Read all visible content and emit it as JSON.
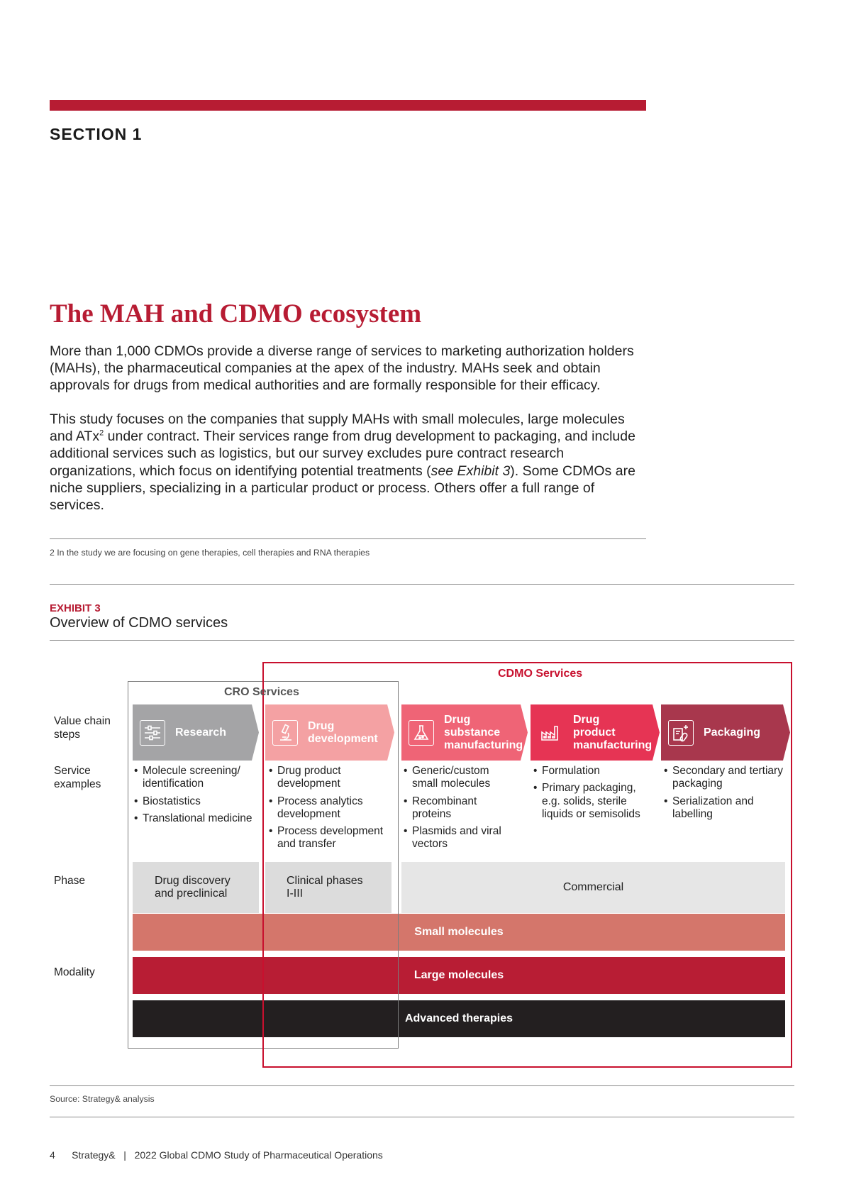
{
  "section": {
    "label": "SECTION 1"
  },
  "article": {
    "title": "The MAH and CDMO ecosystem",
    "para1": "More than 1,000 CDMOs provide a diverse range of services to marketing authorization holders (MAHs), the pharmaceutical companies at the apex of the industry. MAHs seek and obtain approvals for drugs from medical authorities and are formally responsible for their efficacy.",
    "para2_a": "This study focuses on the companies that supply MAHs with small molecules, large molecules and ATx",
    "para2_sup": "2",
    "para2_b": " under contract. Their services range from drug development to packaging, and include additional services such as logistics, but our survey excludes pure contract research organizations, which focus on identifying potential treatments (",
    "para2_em": "see Exhibit 3",
    "para2_c": "). Some CDMOs are niche suppliers, specializing in a particular product or process. Others offer a full range of services.",
    "footnote": "2 In the study we are focusing on gene therapies, cell therapies and RNA therapies"
  },
  "exhibit": {
    "label": "EXHIBIT 3",
    "title": "Overview of CDMO services",
    "row_labels": {
      "value_chain_1": "Value chain",
      "value_chain_2": "steps",
      "service_1": "Service",
      "service_2": "examples",
      "phase": "Phase",
      "modality": "Modality"
    },
    "cro_label": "CRO Services",
    "cdmo_label": "CDMO Services",
    "steps": [
      {
        "l1": "Research",
        "l2": "",
        "l3": "",
        "icon": "sliders-icon",
        "color": "#a4a4a6"
      },
      {
        "l1": "Drug",
        "l2": "development",
        "l3": "",
        "icon": "microscope-icon",
        "color": "#f4a1a3"
      },
      {
        "l1": "Drug",
        "l2": "substance",
        "l3": "manufacturing",
        "icon": "flask-icon",
        "color": "#ef6476"
      },
      {
        "l1": "Drug",
        "l2": "product",
        "l3": "manufacturing",
        "icon": "factory-icon",
        "color": "#e63454"
      },
      {
        "l1": "Packaging",
        "l2": "",
        "l3": "",
        "icon": "package-pills-icon",
        "color": "#a8374d"
      }
    ],
    "services": [
      [
        "Molecule screening/ identification",
        "Biostatistics",
        "Translational medicine"
      ],
      [
        "Drug product development",
        "Process analytics development",
        "Process development and transfer"
      ],
      [
        "Generic/custom small molecules",
        "Recombinant proteins",
        "Plasmids and viral vectors"
      ],
      [
        "Formulation",
        "Primary packaging, e.g. solids, sterile liquids or semisolids"
      ],
      [
        "Secondary and tertiary packaging",
        "Serialization and labelling"
      ]
    ],
    "phases": {
      "discovery_1": "Drug discovery",
      "discovery_2": "and preclinical",
      "clinical_1": "Clinical phases",
      "clinical_2": "I-III",
      "commercial": "Commercial"
    },
    "modalities": {
      "small": "Small molecules",
      "large": "Large molecules",
      "advanced": "Advanced therapies"
    },
    "colors": {
      "brand_red": "#b71c33",
      "small_molecules": "#d4766b",
      "large_molecules": "#b81d34",
      "advanced_therapies": "#231f20",
      "phase_bg": "#dcdcdc"
    },
    "source": "Source: Strategy& analysis"
  },
  "footer": {
    "page": "4",
    "brand": "Strategy&",
    "separator": "|",
    "publication": "2022 Global CDMO Study of Pharmaceutical Operations"
  }
}
